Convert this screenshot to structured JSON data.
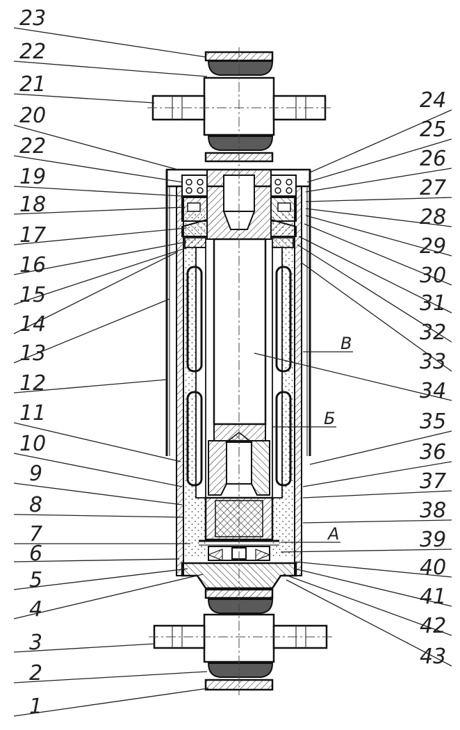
{
  "drawing": {
    "left_labels": [
      "23",
      "22",
      "21",
      "20",
      "22",
      "19",
      "18",
      "17",
      "16",
      "15",
      "14",
      "13",
      "12",
      "11",
      "10",
      "9",
      "8",
      "7",
      "6",
      "5",
      "4",
      "3",
      "2",
      "1"
    ],
    "right_labels": [
      "24",
      "25",
      "26",
      "27",
      "28",
      "29",
      "30",
      "31",
      "32",
      "33",
      "34",
      "35",
      "36",
      "37",
      "38",
      "39",
      "40",
      "41",
      "42",
      "43"
    ],
    "section_labels": [
      "В",
      "Б",
      "А"
    ]
  }
}
